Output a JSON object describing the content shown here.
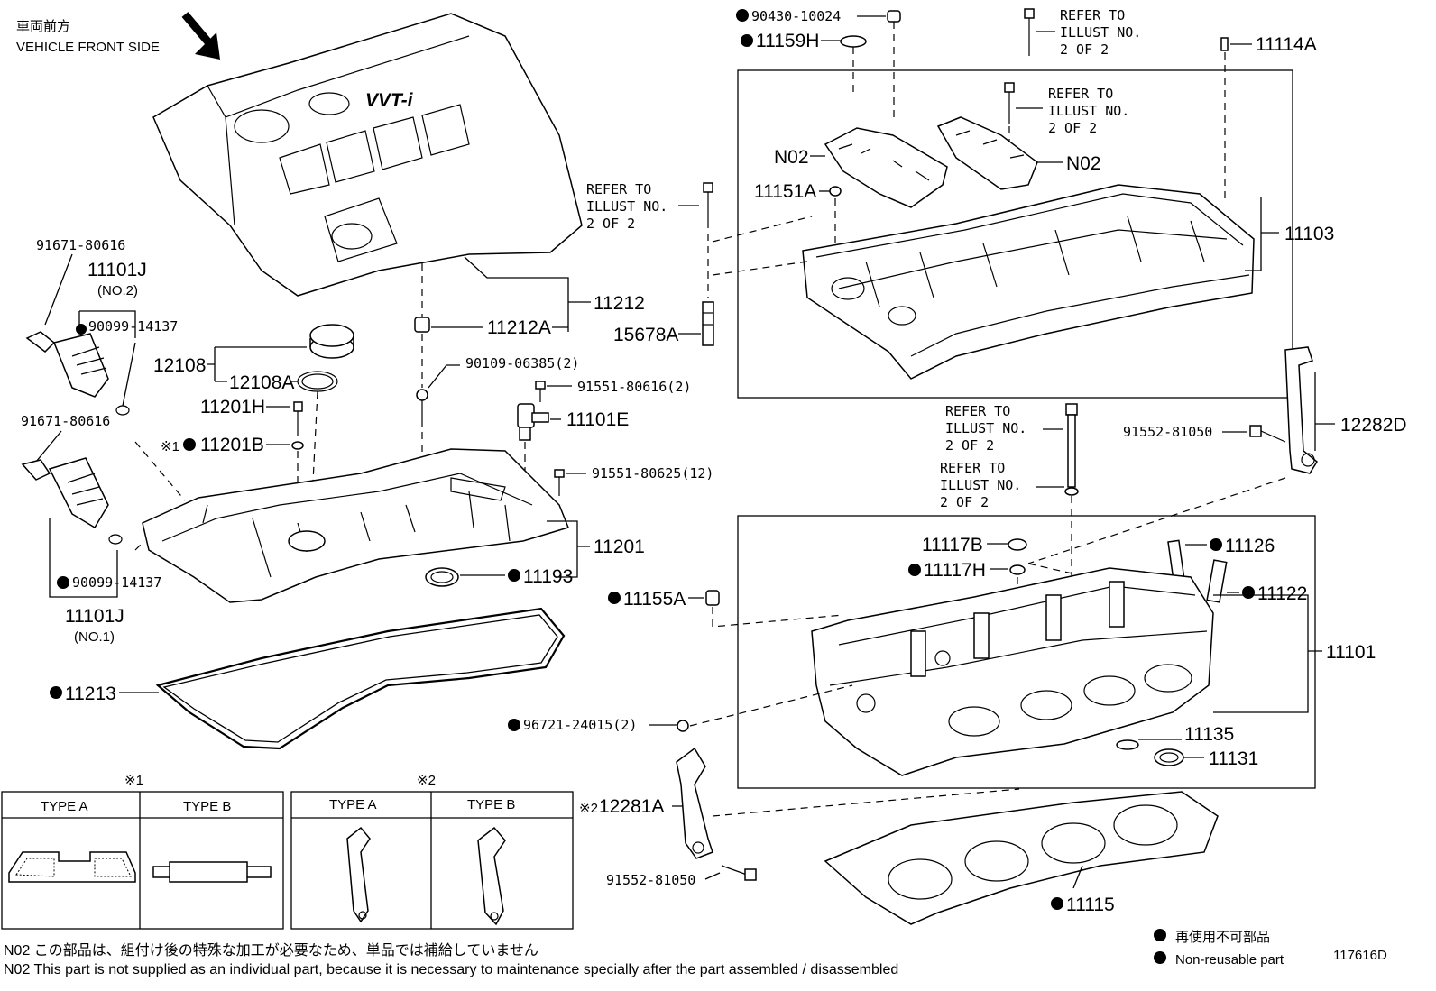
{
  "orientation": {
    "jp": "車両前方",
    "en": "VEHICLE FRONT SIDE"
  },
  "refer": {
    "l1": "REFER TO",
    "l2": "ILLUST NO.",
    "l3": "2 OF 2"
  },
  "parts": {
    "p11212": "11212",
    "p11212A": "11212A",
    "p12108": "12108",
    "p12108A": "12108A",
    "p11201H": "11201H",
    "p11201B": "11201B",
    "p11201": "11201",
    "p11193": "11193",
    "p11213": "11213",
    "p90109": "90109-06385(2)",
    "p91551a": "91551-80616(2)",
    "p11101E": "11101E",
    "p91551b": "91551-80625(12)",
    "p91671a": "91671-80616",
    "p11101Ja": "11101J",
    "no2": "(NO.2)",
    "p90099a": "90099-14137",
    "p91671b": "91671-80616",
    "p90099b": "90099-14137",
    "p11101Jb": "11101J",
    "no1": "(NO.1)",
    "p90430": "90430-10024",
    "p11159H": "11159H",
    "p11114A": "11114A",
    "n02a": "N02",
    "n02b": "N02",
    "p11151A": "11151A",
    "p11103": "11103",
    "p15678A": "15678A",
    "p91552a": "91552-81050",
    "p12282D": "12282D",
    "p11117B": "11117B",
    "p11117H": "11117H",
    "p11126": "11126",
    "p11122": "11122",
    "p11155A": "11155A",
    "p11101": "11101",
    "p96721": "96721-24015(2)",
    "p11135": "11135",
    "p11131": "11131",
    "p12281A": "12281A",
    "p91552b": "91552-81050",
    "p11115": "11115"
  },
  "marks": {
    "star1": "※1",
    "star2": "※2"
  },
  "tables": {
    "t1": {
      "mark": "※1",
      "colA": "TYPE A",
      "colB": "TYPE B"
    },
    "t2": {
      "mark": "※2",
      "colA": "TYPE A",
      "colB": "TYPE B"
    }
  },
  "legend": {
    "jp": "再使用不可部品",
    "en": "Non-reusable part",
    "code": "117616D"
  },
  "notes": {
    "jp": "N02  この部品は、組付け後の特殊な加工が必要なため、単品では補給していません",
    "en": "N02  This part is not supplied as an individual part, because it is necessary to maintenance specially after the part assembled / disassembled"
  }
}
